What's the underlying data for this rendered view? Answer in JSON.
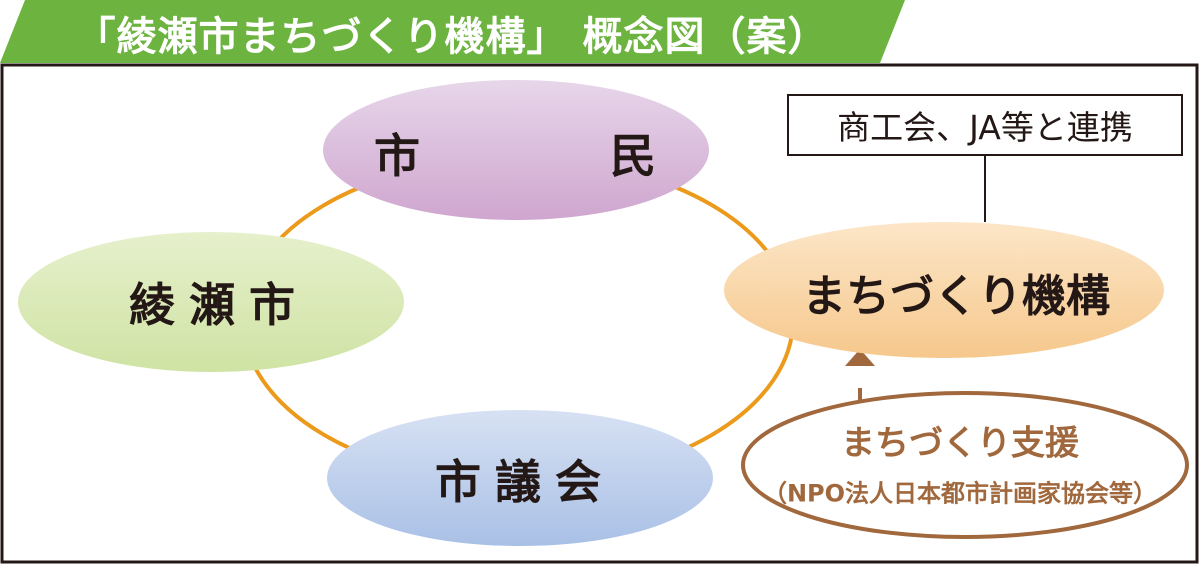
{
  "title": "「綾瀬市まちづくり機構」 概念図（案）",
  "colors": {
    "banner": "#6cb33f",
    "frame": "#231815",
    "ring": "#eb9a1c",
    "citizen": "#d9b5d9",
    "city": "#d9e9b5",
    "council": "#b5c9e9",
    "organization": "#f9d9a9",
    "support": "#a0683c"
  },
  "nodes": {
    "citizen": "市　民",
    "city": "綾瀬市",
    "council": "市議会",
    "organization": "まちづくり機構"
  },
  "partner_box": "商工会、JA等と連携",
  "support": {
    "title": "まちづくり支援",
    "subtitle": "（NPO法人日本都市計画家協会等）"
  },
  "relations": [
    {
      "from": "city",
      "to": "citizen",
      "type": "ring"
    },
    {
      "from": "citizen",
      "to": "organization",
      "type": "ring"
    },
    {
      "from": "organization",
      "to": "council",
      "type": "ring"
    },
    {
      "from": "council",
      "to": "city",
      "type": "ring"
    },
    {
      "from": "partner_box",
      "to": "organization",
      "type": "line"
    },
    {
      "from": "support",
      "to": "organization",
      "type": "arrow"
    }
  ]
}
